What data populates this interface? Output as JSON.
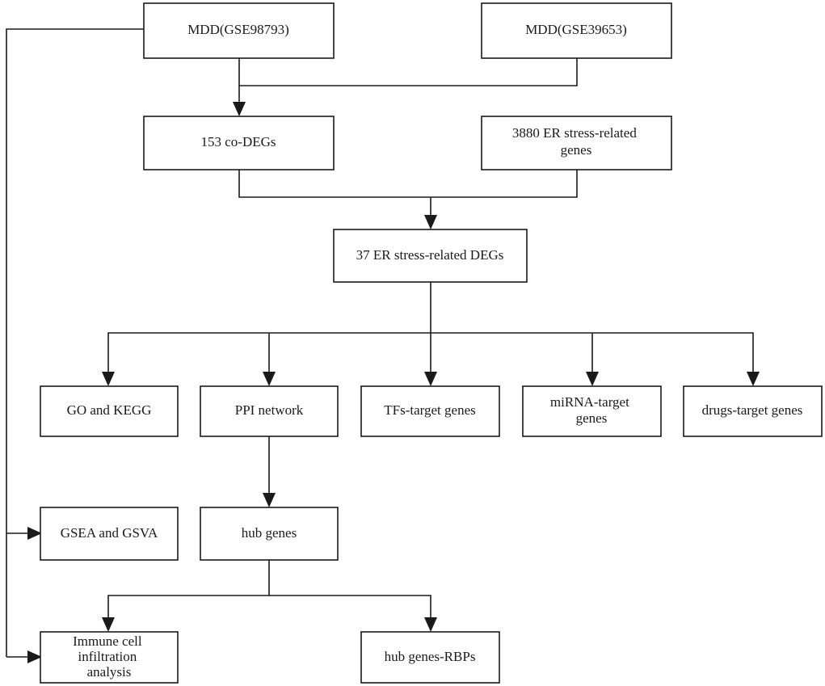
{
  "nodes": {
    "gse98793": {
      "lines": [
        "MDD(GSE98793)"
      ]
    },
    "gse39653": {
      "lines": [
        "MDD(GSE39653)"
      ]
    },
    "codegs": {
      "lines": [
        "153 co-DEGs"
      ]
    },
    "er_genes": {
      "lines": [
        "3880 ER stress-related",
        "genes"
      ]
    },
    "er_degs": {
      "lines": [
        "37 ER stress-related DEGs"
      ]
    },
    "go_kegg": {
      "lines": [
        "GO and KEGG"
      ]
    },
    "ppi": {
      "lines": [
        "PPI network"
      ]
    },
    "tfs": {
      "lines": [
        "TFs-target genes"
      ]
    },
    "mirna": {
      "lines": [
        "miRNA-target",
        "genes"
      ]
    },
    "drugs": {
      "lines": [
        "drugs-target genes"
      ]
    },
    "gsea_gsva": {
      "lines": [
        "GSEA and GSVA"
      ]
    },
    "hub_genes": {
      "lines": [
        "hub genes"
      ]
    },
    "immune": {
      "lines": [
        "Immune cell",
        "infiltration",
        "analysis"
      ]
    },
    "hub_rbps": {
      "lines": [
        "hub genes-RBPs"
      ]
    }
  }
}
